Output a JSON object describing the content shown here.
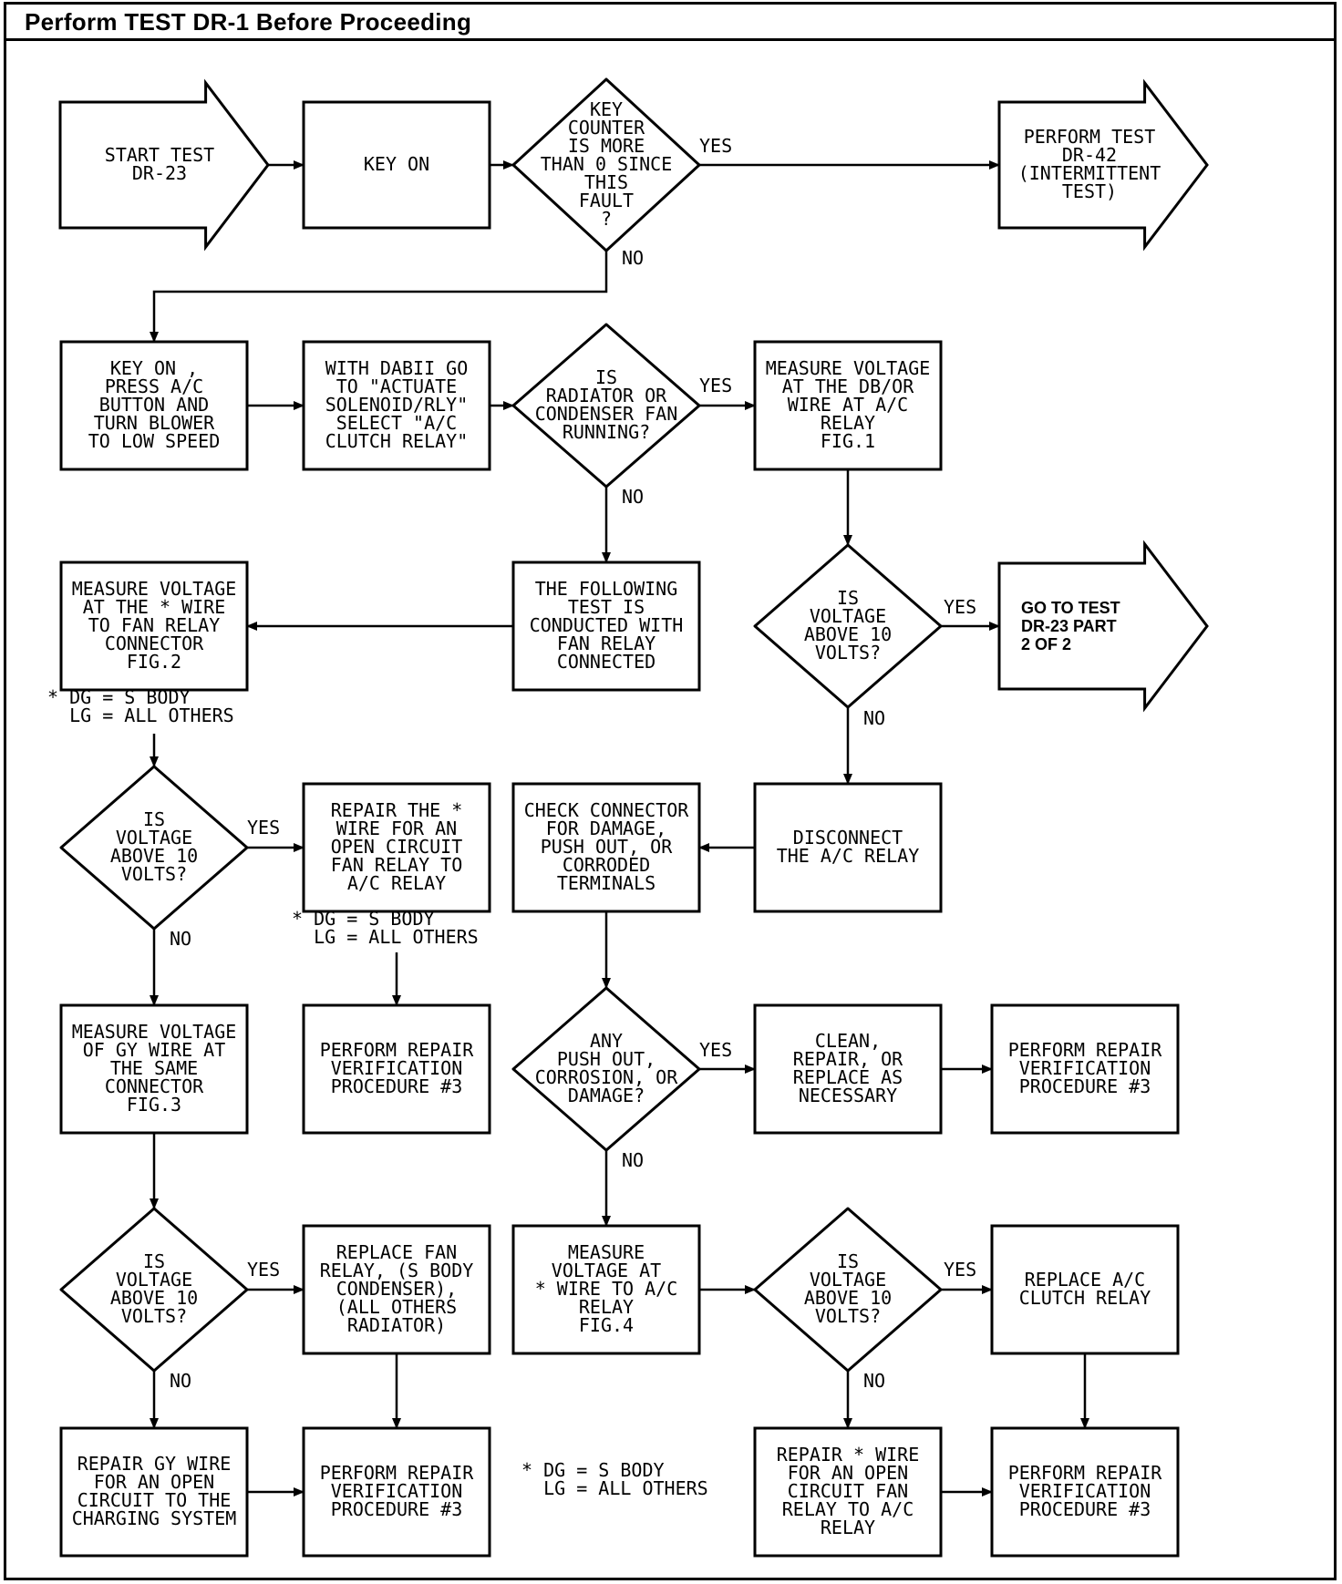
{
  "header": {
    "title": "Perform TEST DR-1 Before Proceeding"
  },
  "flowchart": {
    "nodes": [
      {
        "id": "start",
        "shape": "arrow",
        "lines": [
          "START TEST",
          "DR-23"
        ]
      },
      {
        "id": "key_on",
        "shape": "box",
        "lines": [
          "KEY ON"
        ]
      },
      {
        "id": "d_key_counter",
        "shape": "diamond",
        "lines": [
          "KEY",
          "COUNTER",
          "IS MORE",
          "THAN 0 SINCE",
          "THIS",
          "FAULT",
          "?"
        ]
      },
      {
        "id": "perform_dr42",
        "shape": "arrow",
        "lines": [
          "PERFORM TEST",
          "DR-42",
          "(INTERMITTENT",
          "TEST)"
        ]
      },
      {
        "id": "press_ac",
        "shape": "box",
        "lines": [
          "KEY ON ,",
          "PRESS A/C",
          "BUTTON AND",
          "TURN BLOWER",
          "TO LOW SPEED"
        ]
      },
      {
        "id": "dabii",
        "shape": "box",
        "lines": [
          "WITH DABII GO",
          "TO \"ACTUATE",
          "SOLENOID/RLY\"",
          "SELECT \"A/C",
          "CLUTCH RELAY\""
        ]
      },
      {
        "id": "d_fan_running",
        "shape": "diamond",
        "lines": [
          "IS",
          "RADIATOR OR",
          "CONDENSER FAN",
          "RUNNING?"
        ]
      },
      {
        "id": "measure_db_or",
        "shape": "box",
        "lines": [
          "MEASURE VOLTAGE",
          "AT THE DB/OR",
          "WIRE AT A/C",
          "RELAY",
          "FIG.1"
        ]
      },
      {
        "id": "measure_star_fan",
        "shape": "box",
        "lines": [
          "MEASURE VOLTAGE",
          "AT THE * WIRE",
          "TO FAN RELAY",
          "CONNECTOR",
          "FIG.2"
        ]
      },
      {
        "id": "following_test",
        "shape": "box",
        "lines": [
          "THE FOLLOWING",
          "TEST IS",
          "CONDUCTED WITH",
          "FAN RELAY",
          "CONNECTED"
        ]
      },
      {
        "id": "d_volt_1",
        "shape": "diamond",
        "lines": [
          "IS",
          "VOLTAGE",
          "ABOVE 10",
          "VOLTS?"
        ]
      },
      {
        "id": "go_dr23_part2",
        "shape": "arrow",
        "lines": [
          "GO TO TEST",
          "DR-23 PART",
          "2 OF 2"
        ]
      },
      {
        "id": "d_volt_2",
        "shape": "diamond",
        "lines": [
          "IS",
          "VOLTAGE",
          "ABOVE 10",
          "VOLTS?"
        ]
      },
      {
        "id": "repair_star_open",
        "shape": "box",
        "lines": [
          "REPAIR THE *",
          "WIRE FOR AN",
          "OPEN CIRCUIT",
          "FAN RELAY TO",
          "A/C RELAY"
        ]
      },
      {
        "id": "check_connector",
        "shape": "box",
        "lines": [
          "CHECK CONNECTOR",
          "FOR DAMAGE,",
          "PUSH OUT, OR",
          "CORRODED",
          "TERMINALS"
        ]
      },
      {
        "id": "disconnect",
        "shape": "box",
        "lines": [
          "DISCONNECT",
          "THE A/C RELAY"
        ]
      },
      {
        "id": "measure_gy",
        "shape": "box",
        "lines": [
          "MEASURE VOLTAGE",
          "OF GY WIRE AT",
          "THE SAME",
          "CONNECTOR",
          "FIG.3"
        ]
      },
      {
        "id": "prv_1",
        "shape": "box",
        "lines": [
          "PERFORM REPAIR",
          "VERIFICATION",
          "PROCEDURE #3"
        ]
      },
      {
        "id": "d_push_out",
        "shape": "diamond",
        "lines": [
          "ANY",
          "PUSH OUT,",
          "CORROSION, OR",
          "DAMAGE?"
        ]
      },
      {
        "id": "clean_repair",
        "shape": "box",
        "lines": [
          "CLEAN,",
          "REPAIR, OR",
          "REPLACE AS",
          "NECESSARY"
        ]
      },
      {
        "id": "prv_2",
        "shape": "box",
        "lines": [
          "PERFORM REPAIR",
          "VERIFICATION",
          "PROCEDURE #3"
        ]
      },
      {
        "id": "d_volt_3",
        "shape": "diamond",
        "lines": [
          "IS",
          "VOLTAGE",
          "ABOVE 10",
          "VOLTS?"
        ]
      },
      {
        "id": "replace_fan_relay",
        "shape": "box",
        "lines": [
          "REPLACE FAN",
          "RELAY, (S BODY",
          "CONDENSER),",
          "(ALL OTHERS",
          "RADIATOR)"
        ]
      },
      {
        "id": "measure_star_ac",
        "shape": "box",
        "lines": [
          "MEASURE",
          "VOLTAGE AT",
          "* WIRE TO A/C",
          "RELAY",
          "FIG.4"
        ]
      },
      {
        "id": "d_volt_4",
        "shape": "diamond",
        "lines": [
          "IS",
          "VOLTAGE",
          "ABOVE 10",
          "VOLTS?"
        ]
      },
      {
        "id": "replace_ac_clutch",
        "shape": "box",
        "lines": [
          "REPLACE A/C",
          "CLUTCH RELAY"
        ]
      },
      {
        "id": "repair_gy",
        "shape": "box",
        "lines": [
          "REPAIR GY WIRE",
          "FOR AN OPEN",
          "CIRCUIT TO THE",
          "CHARGING SYSTEM"
        ]
      },
      {
        "id": "prv_3",
        "shape": "box",
        "lines": [
          "PERFORM REPAIR",
          "VERIFICATION",
          "PROCEDURE #3"
        ]
      },
      {
        "id": "repair_star_ac",
        "shape": "box",
        "lines": [
          "REPAIR * WIRE",
          "FOR AN OPEN",
          "CIRCUIT FAN",
          "RELAY TO A/C",
          "RELAY"
        ]
      },
      {
        "id": "prv_4",
        "shape": "box",
        "lines": [
          "PERFORM REPAIR",
          "VERIFICATION",
          "PROCEDURE #3"
        ]
      }
    ],
    "notes": [
      {
        "id": "note_1",
        "lines": [
          "* DG = S BODY",
          "  LG = ALL OTHERS"
        ]
      },
      {
        "id": "note_2",
        "lines": [
          "* DG = S BODY",
          "  LG = ALL OTHERS"
        ]
      },
      {
        "id": "note_3",
        "lines": [
          "* DG = S BODY",
          "  LG = ALL OTHERS"
        ]
      }
    ],
    "edge_labels": {
      "yes": "YES",
      "no": "NO"
    }
  }
}
